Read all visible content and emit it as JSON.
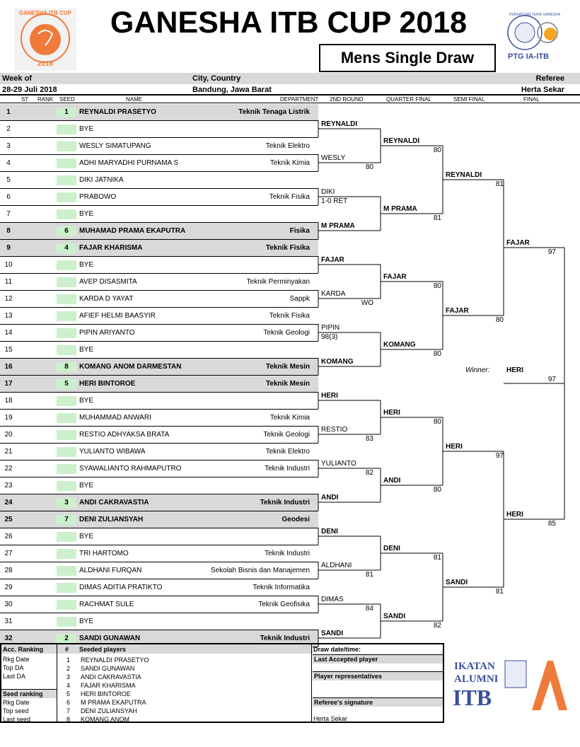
{
  "header": {
    "title": "GANESHA ITB CUP 2018",
    "subtitle": "Mens Single Draw",
    "logo_left_text": "GANESHA ITB CUP",
    "logo_left_year": "2018",
    "logo_right_text": "PTG IA-ITB",
    "logo_right_ring": "PERSATUAN TENIS GANESHA"
  },
  "info": {
    "week_label": "Week of",
    "city_label": "City, Country",
    "referee_label": "Referee",
    "week_value": "28-29 Juli 2018",
    "city_value": "Bandung, Jawa Barat",
    "referee_value": "Herta Sekar"
  },
  "columns": {
    "st": "ST",
    "rank": "RANK",
    "seed": "SEED",
    "name": "NAME",
    "department": "DEPARTMENT",
    "r2": "2ND ROUND",
    "qf": "QUARTER FINAL",
    "sf": "SEMI FINAL",
    "f": "FINAL"
  },
  "players": [
    {
      "no": "1",
      "seed": "1",
      "name": "REYNALDI PRASETYO",
      "dept": "Teknik Tenaga Listrik",
      "bold": true
    },
    {
      "no": "2",
      "seed": "",
      "name": "BYE",
      "dept": "",
      "bold": false
    },
    {
      "no": "3",
      "seed": "",
      "name": "WESLY SIMATUPANG",
      "dept": "Teknik Elektro",
      "bold": false
    },
    {
      "no": "4",
      "seed": "",
      "name": "ADHI MARYADHI PURNAMA S",
      "dept": "Teknik Kimia",
      "bold": false
    },
    {
      "no": "5",
      "seed": "",
      "name": "DIKI JATNIKA",
      "dept": "",
      "bold": false
    },
    {
      "no": "6",
      "seed": "",
      "name": "PRABOWO",
      "dept": "Teknik Fisika",
      "bold": false
    },
    {
      "no": "7",
      "seed": "",
      "name": "BYE",
      "dept": "",
      "bold": false
    },
    {
      "no": "8",
      "seed": "6",
      "name": "MUHAMAD PRAMA EKAPUTRA",
      "dept": "Fisika",
      "bold": true
    },
    {
      "no": "9",
      "seed": "4",
      "name": "FAJAR KHARISMA",
      "dept": "Teknik Fisika",
      "bold": true
    },
    {
      "no": "10",
      "seed": "",
      "name": "BYE",
      "dept": "",
      "bold": false
    },
    {
      "no": "11",
      "seed": "",
      "name": "AVEP DISASMITA",
      "dept": "Teknik Perminyakan",
      "bold": false
    },
    {
      "no": "12",
      "seed": "",
      "name": "KARDA D YAYAT",
      "dept": "Sappk",
      "bold": false
    },
    {
      "no": "13",
      "seed": "",
      "name": "AFIEF HELMI BAASYIR",
      "dept": "Teknik Fisika",
      "bold": false
    },
    {
      "no": "14",
      "seed": "",
      "name": "PIPIN ARIYANTO",
      "dept": "Teknik Geologi",
      "bold": false
    },
    {
      "no": "15",
      "seed": "",
      "name": "BYE",
      "dept": "",
      "bold": false
    },
    {
      "no": "16",
      "seed": "8",
      "name": "KOMANG ANOM DARMESTAN",
      "dept": "Teknik Mesin",
      "bold": true
    },
    {
      "no": "17",
      "seed": "5",
      "name": "HERI BINTOROE",
      "dept": "Teknik Mesin",
      "bold": true
    },
    {
      "no": "18",
      "seed": "",
      "name": "BYE",
      "dept": "",
      "bold": false
    },
    {
      "no": "19",
      "seed": "",
      "name": "MUHAMMAD ANWARI",
      "dept": "Teknik Kimia",
      "bold": false
    },
    {
      "no": "20",
      "seed": "",
      "name": "RESTIO ADHYAKSA BRATA",
      "dept": "Teknik Geologi",
      "bold": false
    },
    {
      "no": "21",
      "seed": "",
      "name": "YULIANTO WIBAWA",
      "dept": "Teknik Elektro",
      "bold": false
    },
    {
      "no": "22",
      "seed": "",
      "name": "SYAWALIANTO RAHMAPUTRO",
      "dept": "Teknik Industri",
      "bold": false
    },
    {
      "no": "23",
      "seed": "",
      "name": "BYE",
      "dept": "",
      "bold": false
    },
    {
      "no": "24",
      "seed": "3",
      "name": "ANDI CAKRAVASTIA",
      "dept": "Teknik Industri",
      "bold": true
    },
    {
      "no": "25",
      "seed": "7",
      "name": "DENI ZULIANSYAH",
      "dept": "Geodesi",
      "bold": true
    },
    {
      "no": "26",
      "seed": "",
      "name": "BYE",
      "dept": "",
      "bold": false
    },
    {
      "no": "27",
      "seed": "",
      "name": "TRI HARTOMO",
      "dept": "Teknik Industri",
      "bold": false
    },
    {
      "no": "28",
      "seed": "",
      "name": "ALDHANI FURQAN",
      "dept": "Sekolah Bisnis dan Manajemen",
      "bold": false
    },
    {
      "no": "29",
      "seed": "",
      "name": "DIMAS ADITIA PRATIKTO",
      "dept": "Teknik Informatika",
      "bold": false
    },
    {
      "no": "30",
      "seed": "",
      "name": "RACHMAT SULE",
      "dept": "Teknik Geofisika",
      "bold": false
    },
    {
      "no": "31",
      "seed": "",
      "name": "BYE",
      "dept": "",
      "bold": false
    },
    {
      "no": "32",
      "seed": "2",
      "name": "SANDI GUNAWAN",
      "dept": "Teknik Industri",
      "bold": true
    }
  ],
  "round2": [
    {
      "name": "REYNALDI",
      "score": "",
      "bold": true
    },
    {
      "name": "WESLY",
      "score": "80",
      "bold": false
    },
    {
      "name": "DIKI",
      "score": "1-0 RET",
      "bold": false
    },
    {
      "name": "M PRAMA",
      "score": "",
      "bold": true
    },
    {
      "name": "FAJAR",
      "score": "",
      "bold": true
    },
    {
      "name": "KARDA",
      "score": "WO",
      "bold": false
    },
    {
      "name": "PIPIN",
      "score": "98(3)",
      "bold": false
    },
    {
      "name": "KOMANG",
      "score": "",
      "bold": true
    },
    {
      "name": "HERI",
      "score": "",
      "bold": true
    },
    {
      "name": "RESTIO",
      "score": "83",
      "bold": false
    },
    {
      "name": "YULIANTO",
      "score": "82",
      "bold": false
    },
    {
      "name": "ANDI",
      "score": "",
      "bold": true
    },
    {
      "name": "DENI",
      "score": "",
      "bold": true
    },
    {
      "name": "ALDHANI",
      "score": "81",
      "bold": false
    },
    {
      "name": "DIMAS",
      "score": "84",
      "bold": false
    },
    {
      "name": "SANDI",
      "score": "",
      "bold": true
    }
  ],
  "quarterfinal": [
    {
      "name": "REYNALDI",
      "score": "80"
    },
    {
      "name": "M PRAMA",
      "score": "81"
    },
    {
      "name": "FAJAR",
      "score": "80"
    },
    {
      "name": "KOMANG",
      "score": "80"
    },
    {
      "name": "HERI",
      "score": "80"
    },
    {
      "name": "ANDI",
      "score": "80"
    },
    {
      "name": "DENI",
      "score": "81"
    },
    {
      "name": "SANDI",
      "score": "82"
    }
  ],
  "semifinal": [
    {
      "name": "REYNALDI",
      "score": "81"
    },
    {
      "name": "FAJAR",
      "score": "80"
    },
    {
      "name": "HERI",
      "score": "97"
    },
    {
      "name": "SANDI",
      "score": "81"
    }
  ],
  "final": [
    {
      "name": "FAJAR",
      "score": "97"
    },
    {
      "name": "HERI",
      "score": "85"
    }
  ],
  "winner": {
    "label": "Winner:",
    "name": "HERI",
    "score": "97"
  },
  "faint_mark": "10",
  "bottom": {
    "acc_ranking": "Acc. Ranking",
    "rkg_date": "Rkg Date",
    "top_da": "Top DA",
    "last_da": "Last DA",
    "seed_ranking": "Seed ranking",
    "rkg_date2": "Rkg Date",
    "top_seed": "Top seed",
    "last_seed": "Last seed",
    "hash": "#",
    "seeded_players": "Seeded players",
    "seeds": [
      {
        "n": "1",
        "name": "REYNALDI PRASETYO"
      },
      {
        "n": "2",
        "name": "SANDI GUNAWAN"
      },
      {
        "n": "3",
        "name": "ANDI CAKRAVASTIA"
      },
      {
        "n": "4",
        "name": "FAJAR KHARISMA"
      },
      {
        "n": "5",
        "name": "HERI BINTOROE"
      },
      {
        "n": "6",
        "name": "M PRAMA EKAPUTRA"
      },
      {
        "n": "7",
        "name": "DENI ZULIANSYAH"
      },
      {
        "n": "8",
        "name": "KOMANG ANOM"
      }
    ],
    "draw_date": "Draw date/time:",
    "last_accepted": "Last Accepted player",
    "player_reps": "Player representatives",
    "referee_sig": "Referee's signature",
    "referee_name": "Herta Sekar"
  },
  "alumni_logo": {
    "line1": "IKATAN",
    "line2": "ALUMNI",
    "line3": "ITB"
  },
  "colors": {
    "seed_green": "#ccf0cc",
    "row_gray": "#d9d9d9",
    "logo_orange": "#f07a3a",
    "logo_blue": "#3b4f9c"
  }
}
